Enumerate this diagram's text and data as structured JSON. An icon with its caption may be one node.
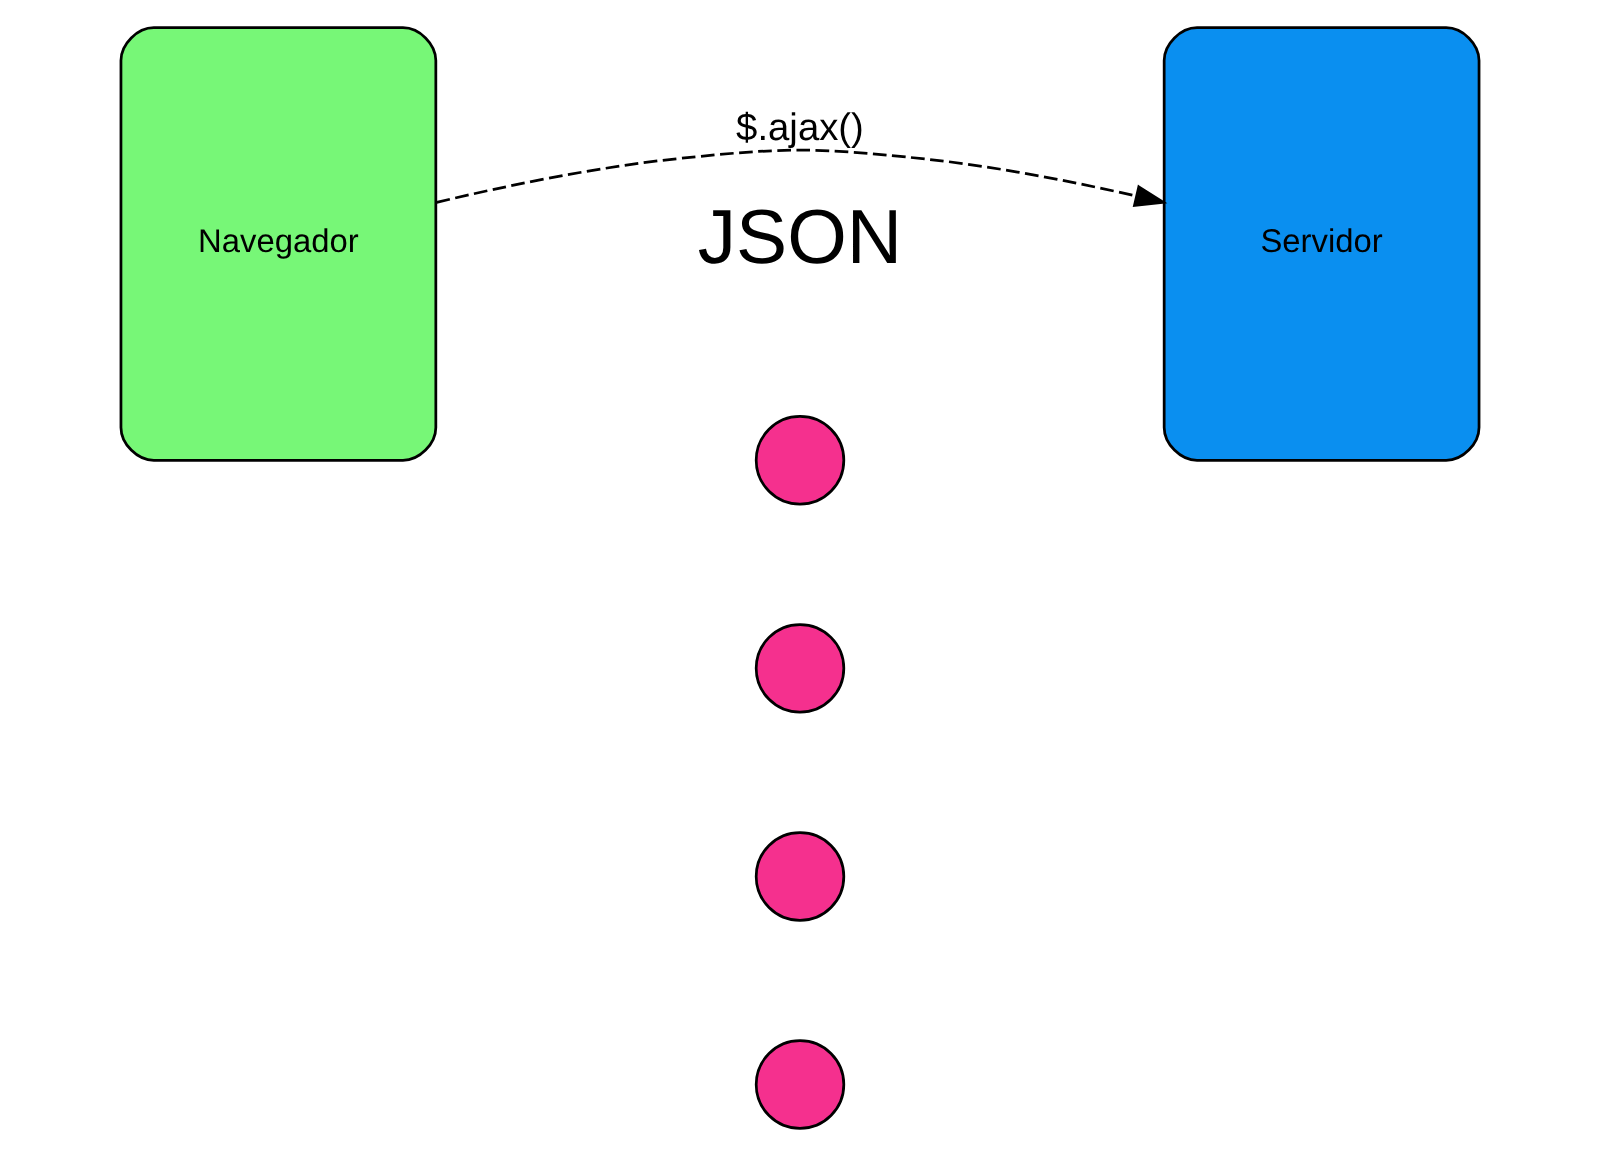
{
  "diagram": {
    "nodes": [
      {
        "text": [
          "Navegador"
        ]
      },
      {
        "text": [
          "Servidor"
        ]
      },
      {
        "text": [],
        "shape": "circle"
      },
      {
        "text": [],
        "shape": "circle"
      },
      {
        "text": [],
        "shape": "circle"
      },
      {
        "text": [],
        "shape": "circle"
      }
    ],
    "edges": [
      {
        "from": 0,
        "to": 1,
        "arrow": "to",
        "label": "$.ajax()",
        "style": "dashed"
      }
    ],
    "labels": [
      "JSON"
    ]
  }
}
